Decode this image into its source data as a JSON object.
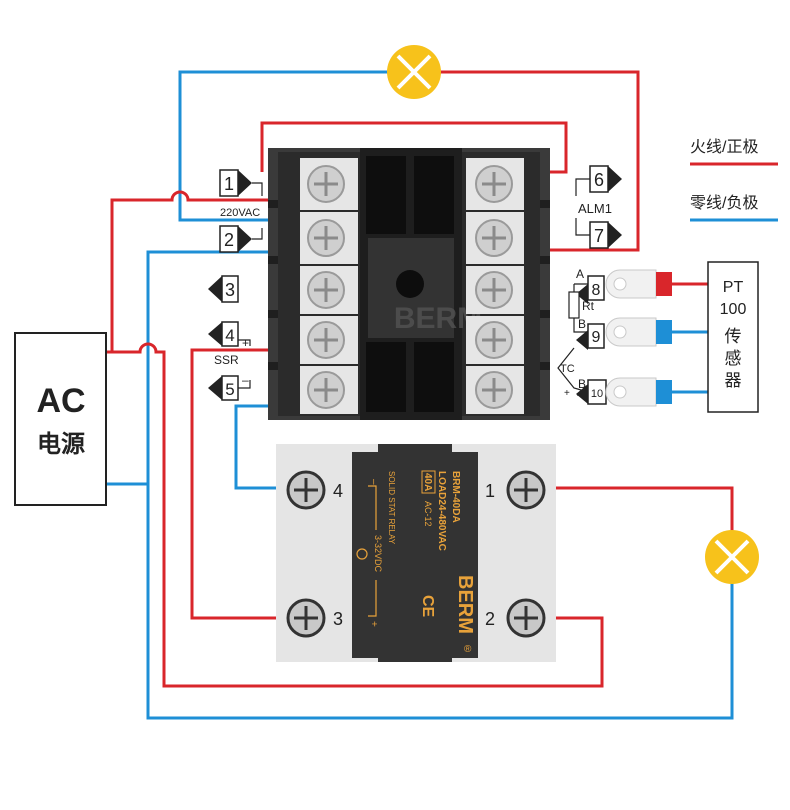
{
  "power": {
    "line1": "AC",
    "line2": "电源"
  },
  "legend": {
    "live": "火线/正极",
    "neutral": "零线/负极"
  },
  "colors": {
    "live": "#d9262b",
    "neutral": "#1e8fd6",
    "lamp": "#f7c21b",
    "controller": "#2b2b2b",
    "relay": "#333333"
  },
  "controller": {
    "brand": "BERM",
    "left_terminals": [
      "1",
      "2",
      "3",
      "4",
      "5"
    ],
    "right_terminals": [
      "6",
      "7",
      "8",
      "9",
      "10"
    ],
    "supply_label": "220VAC",
    "ssr_label": "SSR",
    "ssr_plus": "+",
    "ssr_minus": "–",
    "alarm_label": "ALM1"
  },
  "sensor": {
    "label_line1": "PT",
    "label_line2": "100",
    "label_line3": "传",
    "label_line4": "感",
    "label_line5": "器",
    "rtd_label": "Rt",
    "tc_label": "TC",
    "a_label": "A",
    "b1_label": "B",
    "b2_label": "B",
    "plus": "+",
    "minus": "–"
  },
  "relay": {
    "model": "BRM-40DA",
    "load": "LOAD24-480VAC",
    "current": "40A",
    "type": "AC-12",
    "name": "SOLID STAT RELAY",
    "input": "3-32VDC",
    "brand": "BERM",
    "ce": "CE",
    "terminals": [
      "1",
      "2",
      "3",
      "4"
    ],
    "minus": "–",
    "plus": "+"
  }
}
